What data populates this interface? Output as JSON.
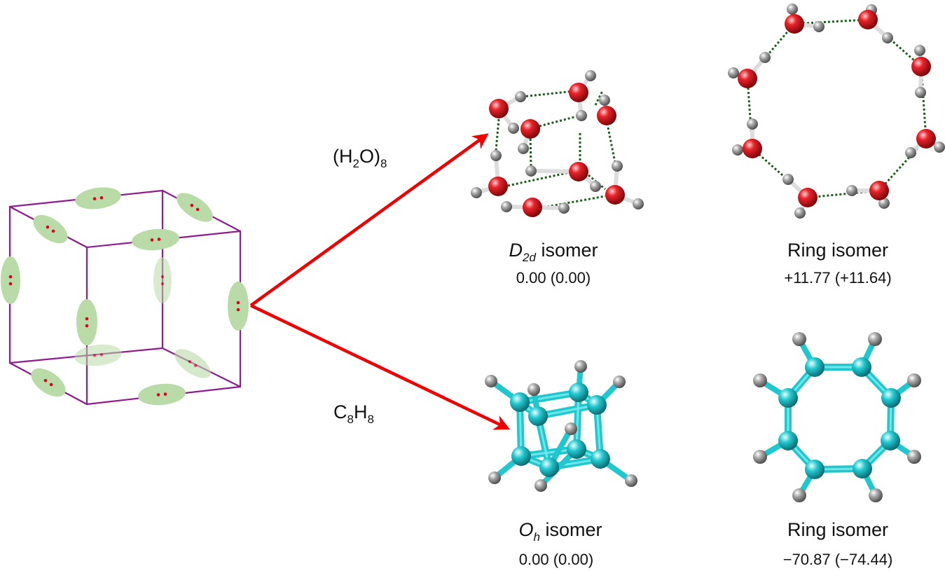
{
  "colors": {
    "cube_edge": "#8f1c8e",
    "lone_pair_ellipse": "#b9dba7",
    "electron_dot": "#e0001b",
    "arrow": "#f00000",
    "oxygen": "#d7141a",
    "hydrogen": "#9c9c9c",
    "carbon": "#1fc7cf",
    "hbond": "#1e5c1e"
  },
  "reactions": [
    {
      "formula_base": "(H",
      "formula_sub1": "2",
      "formula_mid": "O)",
      "formula_sub2": "8"
    },
    {
      "formula_base": "C",
      "formula_sub1": "8",
      "formula_mid": "H",
      "formula_sub2": "8"
    }
  ],
  "water_clusters": {
    "d2d": {
      "symbol": "D",
      "symbol_sub": "2d",
      "suffix": " isomer",
      "value": "0.00 (0.00)"
    },
    "ring": {
      "label": "Ring isomer",
      "value": "+11.77 (+11.64)"
    }
  },
  "hydrocarbons": {
    "oh": {
      "symbol": "O",
      "symbol_sub": "h",
      "suffix": " isomer",
      "value": "0.00 (0.00)"
    },
    "ring": {
      "label": "Ring isomer",
      "value": "−70.87 (−74.44)"
    }
  }
}
